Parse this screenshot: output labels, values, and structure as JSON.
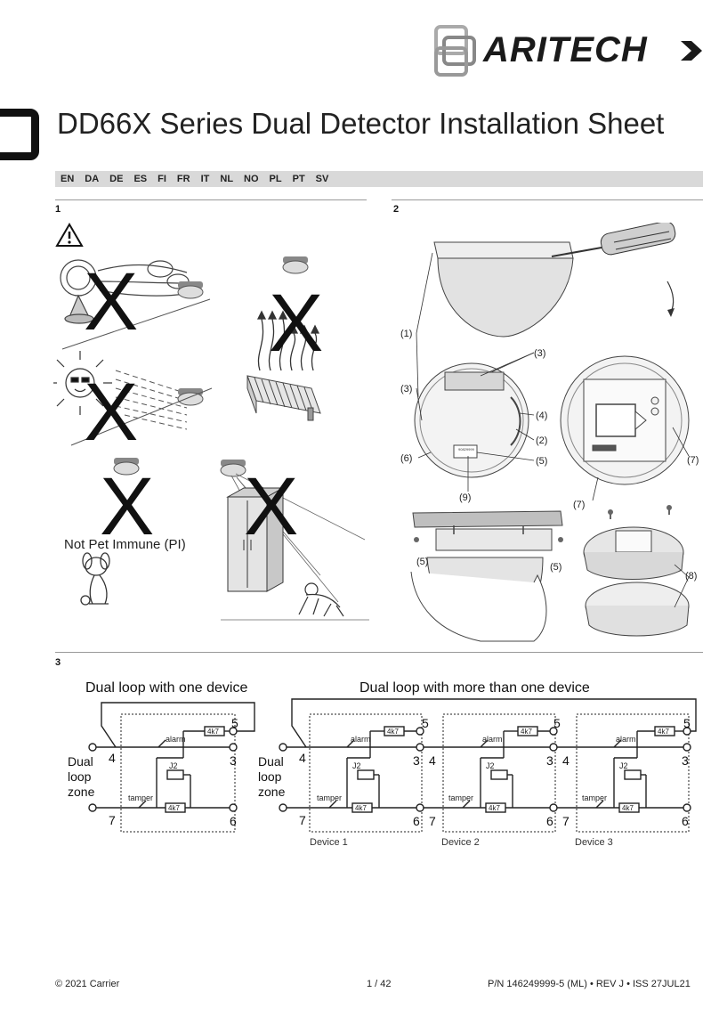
{
  "brand": {
    "name": "ARITECH"
  },
  "title": "DD66X Series Dual Detector Installation Sheet",
  "languages": [
    "EN",
    "DA",
    "DE",
    "ES",
    "FI",
    "FR",
    "IT",
    "NL",
    "NO",
    "PL",
    "PT",
    "SV"
  ],
  "sections": {
    "s1": "1",
    "s2": "2",
    "s3": "3"
  },
  "figure1": {
    "not_pet_immune": "Not Pet Immune (PI)",
    "x_mark": "X"
  },
  "figure2": {
    "callouts": {
      "c1": "(1)",
      "c2": "(2)",
      "c3": "(3)",
      "c4": "(4)",
      "c5": "(5)",
      "c6": "(6)",
      "c7": "(7)",
      "c8": "(8)",
      "c9": "(9)"
    },
    "pcb_code": "90829999"
  },
  "figure3": {
    "one_device_title": "Dual loop with one device",
    "multi_device_title": "Dual loop with more than one device",
    "zone_label": [
      "Dual",
      "loop",
      "zone"
    ],
    "alarm": "alarm",
    "tamper": "tamper",
    "jumper": "J2",
    "resistor": "4k7",
    "terminals": {
      "t3": "3",
      "t4": "4",
      "t5": "5",
      "t6": "6",
      "t7": "7"
    },
    "devices": [
      "Device 1",
      "Device 2",
      "Device 3"
    ]
  },
  "footer": {
    "copyright": "© 2021 Carrier",
    "page": "1 / 42",
    "part": "P/N 146249999-5 (ML) • REV J • ISS 27JUL21"
  }
}
